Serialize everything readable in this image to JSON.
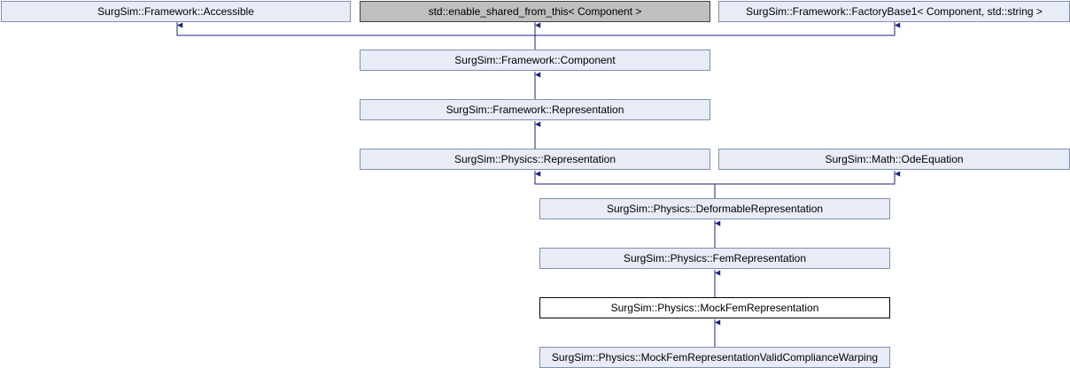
{
  "nodes": {
    "accessible": "SurgSim::Framework::Accessible",
    "enable_shared": "std::enable_shared_from_this< Component >",
    "factory_base": "SurgSim::Framework::FactoryBase1< Component, std::string >",
    "component": "SurgSim::Framework::Component",
    "framework_representation": "SurgSim::Framework::Representation",
    "physics_representation": "SurgSim::Physics::Representation",
    "ode_equation": "SurgSim::Math::OdeEquation",
    "deformable_representation": "SurgSim::Physics::DeformableRepresentation",
    "fem_representation": "SurgSim::Physics::FemRepresentation",
    "mock_fem_representation": "SurgSim::Physics::MockFemRepresentation",
    "mock_fem_valid_compliance": "SurgSim::Physics::MockFemRepresentationValidComplianceWarping"
  },
  "colors": {
    "edge": "#1a237e",
    "node_fill": "#e8ecf6",
    "node_border": "#7f8fb0",
    "external_fill": "#bfbfbf",
    "current_fill": "#ffffff"
  }
}
